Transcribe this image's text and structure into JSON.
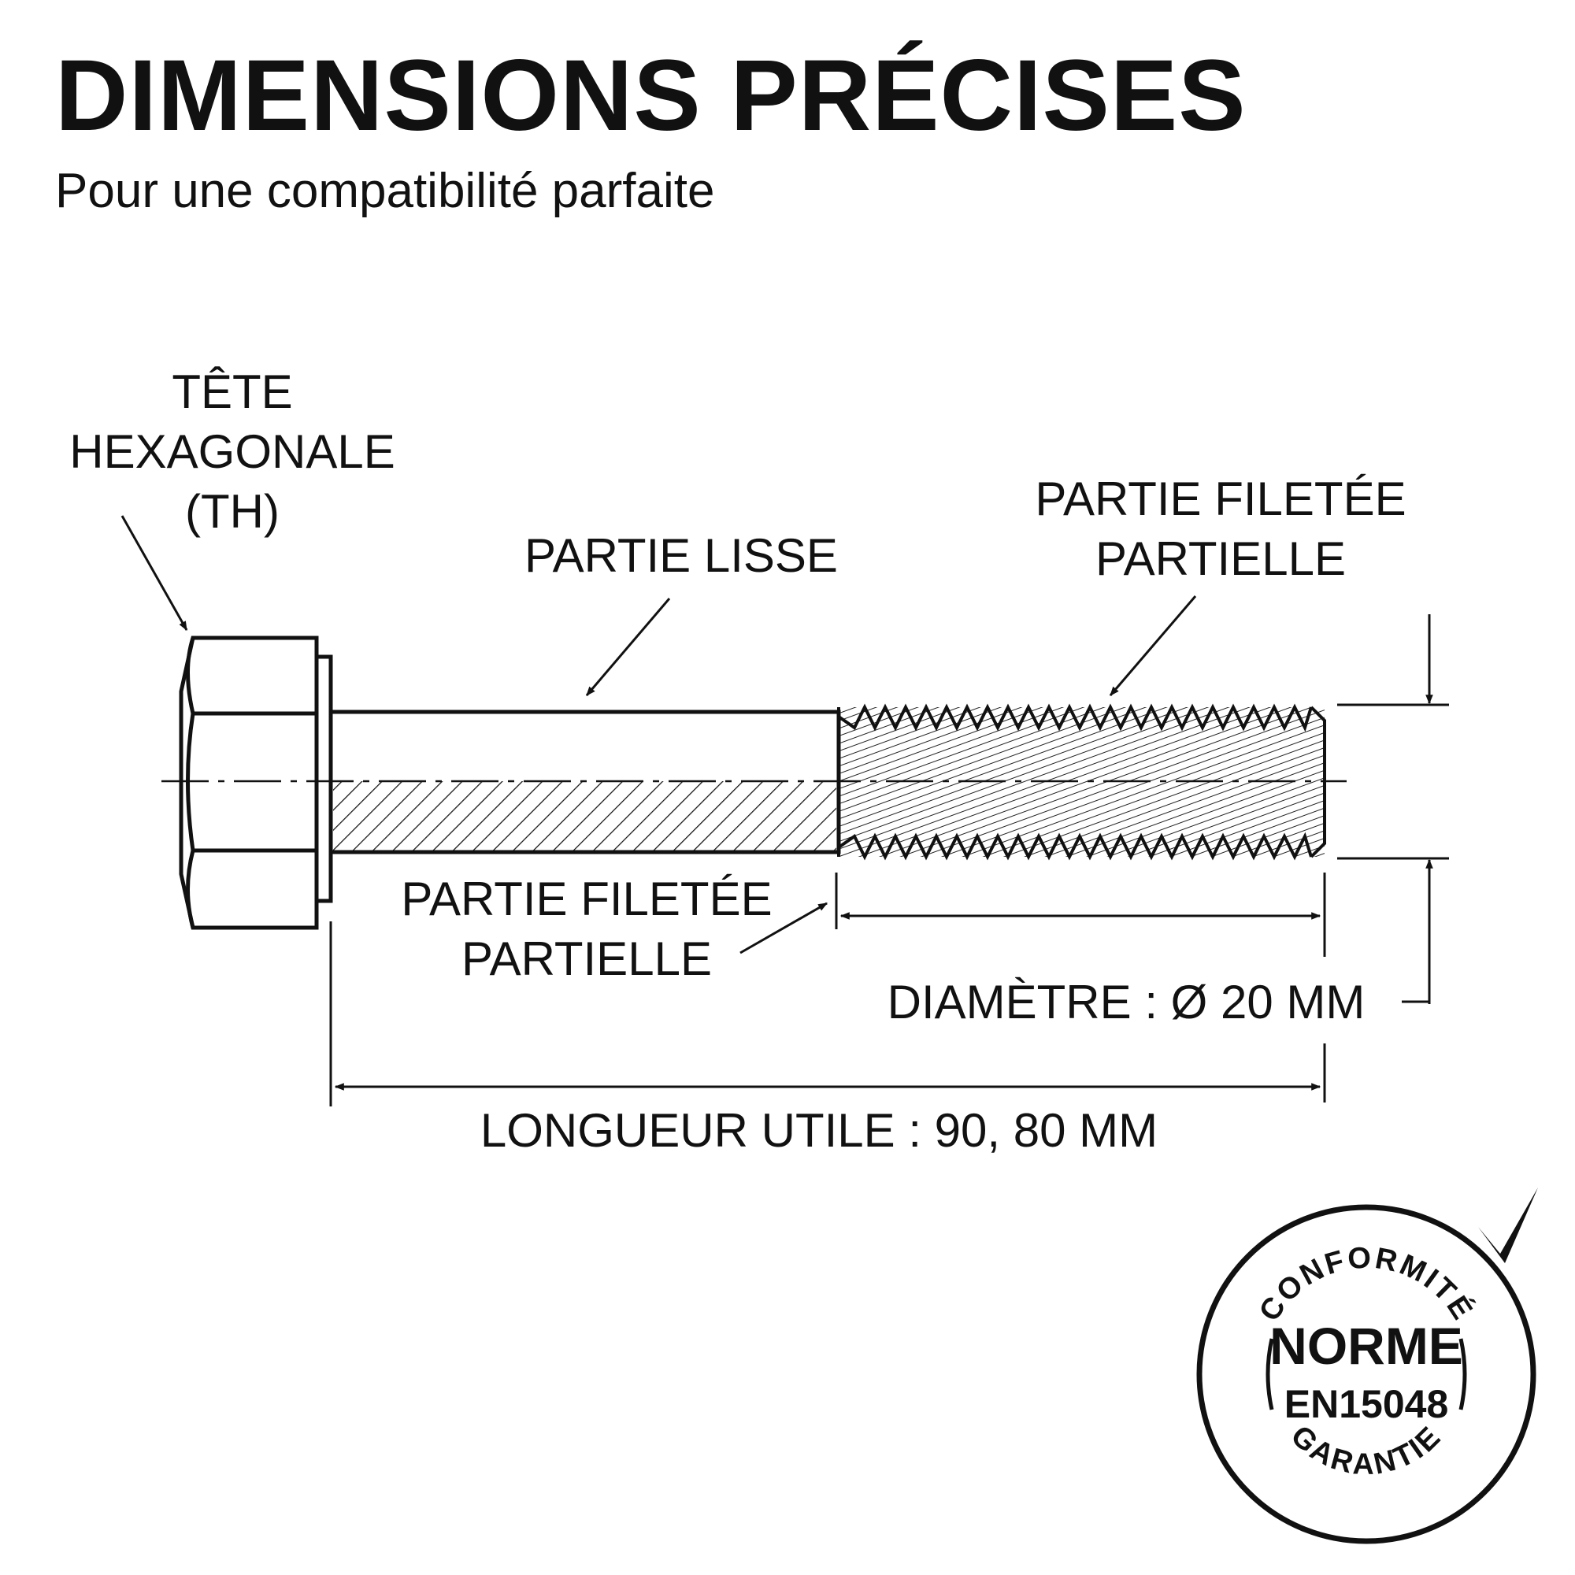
{
  "header": {
    "title": "DIMENSIONS PRÉCISES",
    "subtitle": "Pour une compatibilité parfaite"
  },
  "callouts": {
    "head": [
      "TÊTE",
      "HEXAGONALE",
      "(TH)"
    ],
    "smooth": "PARTIE LISSE",
    "thread_top": [
      "PARTIE FILETÉE",
      "PARTIELLE"
    ],
    "thread_bottom": [
      "PARTIE FILETÉE",
      "PARTIELLE"
    ]
  },
  "dimensions": {
    "diameter": "DIAMÈTRE : Ø 20 MM",
    "length": "LONGUEUR UTILE : 90, 80 MM"
  },
  "badge": {
    "top_arc": "CONFORMITÉ",
    "norm": "NORME",
    "code": "EN15048",
    "bottom_arc": "GARANTIE"
  },
  "colors": {
    "ink": "#111111",
    "background": "#ffffff"
  }
}
